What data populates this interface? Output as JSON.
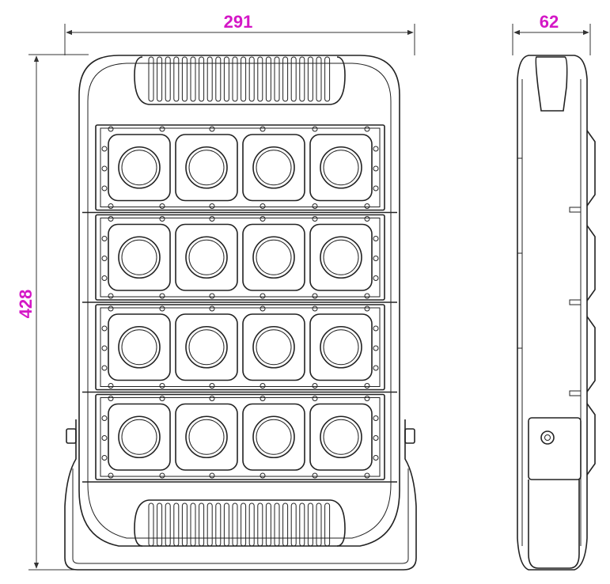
{
  "dimensions": {
    "width": "291",
    "depth": "62",
    "height": "428"
  },
  "colors": {
    "dimension_text": "#d417c6",
    "outline": "#222222",
    "background": "#ffffff"
  },
  "led_grid": {
    "modules": 4,
    "lenses_per_module": 4
  }
}
